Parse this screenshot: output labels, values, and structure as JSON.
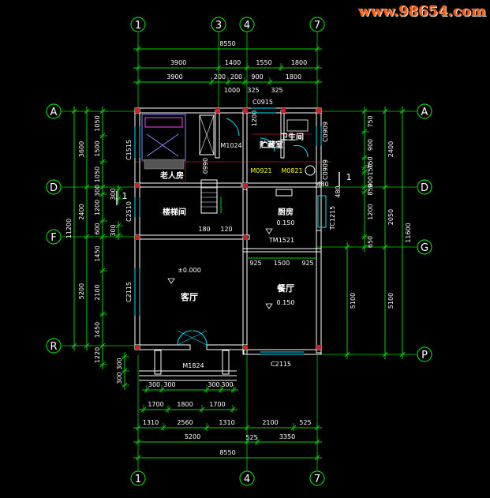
{
  "watermark": "www.98654.com",
  "axes": {
    "top": [
      "1",
      "3",
      "4",
      "7"
    ],
    "bottom": [
      "1",
      "4",
      "7"
    ],
    "left": [
      "A",
      "D",
      "F",
      "R"
    ],
    "right": [
      "A",
      "D",
      "G",
      "P"
    ]
  },
  "dims": {
    "top_total": "8550",
    "top_row1": [
      "3900",
      "1400",
      "1550",
      "1800"
    ],
    "top_row2": [
      "3900",
      "200",
      "200",
      "900",
      "1800"
    ],
    "top_row2_sub": [
      "1000",
      "325",
      "325"
    ],
    "bottom_r1": [
      "300",
      "300",
      "300",
      "300"
    ],
    "bottom_r2": [
      "1700",
      "1800",
      "1700"
    ],
    "bottom_r3": [
      "1310",
      "2560",
      "1310",
      "2100",
      "525"
    ],
    "bottom_r4": [
      "5200",
      "525",
      "3350"
    ],
    "bottom_total": "8550",
    "left_outer": [
      "3600",
      "2400",
      "5200"
    ],
    "left_total": "11200",
    "left_inner": [
      "1050",
      "1500",
      "1050",
      "300",
      "1200",
      "600",
      "1450",
      "2100",
      "1450",
      "1220"
    ],
    "left_stair": [
      "300",
      "300"
    ],
    "right_inner": [
      "750",
      "900",
      "750",
      "150",
      "900",
      "850",
      "1200",
      "650"
    ],
    "right_mid": [
      "2400",
      "2050",
      "5100"
    ],
    "right_outer": [
      "5100"
    ],
    "right_total": "11600",
    "kitchen_row": [
      "925",
      "1500",
      "925"
    ],
    "stair_small": [
      "180",
      "120"
    ]
  },
  "rooms": {
    "elder": "老人房",
    "stair": "楼梯间",
    "bath": "卫生间",
    "storage": "贮藏室",
    "kitchen": "厨房",
    "kitchen_elev": "0.150",
    "living": "客厅",
    "living_elev": "±0.000",
    "dining": "餐厅",
    "dining_elev": "0.150"
  },
  "openings": {
    "c1515": "C1515",
    "m1024": "M1024",
    "c0915": "C0915",
    "c0909a": "C0909",
    "c0909b": "C0909",
    "m0921": "M0921",
    "m0821": "M0821",
    "c2510": "C2510",
    "c2115l": "C2115",
    "c2115b": "C2115",
    "tm1521": "TM1521",
    "tc1215": "TC1215",
    "m1824": "M1824",
    "section_mark": "1"
  },
  "colors": {
    "dim": "#00d200",
    "wall": "#ffffff",
    "hatch": "#cc2222",
    "axis": "#00d200",
    "text": "#ffffff",
    "label_yellow": "#ffff00",
    "cyan": "#00e5ff",
    "magenta": "#ff40ff",
    "grid": "#ff3030"
  }
}
